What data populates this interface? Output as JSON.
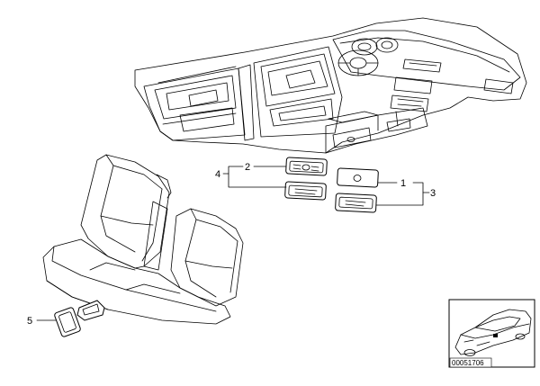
{
  "callouts": {
    "c1": "1",
    "c2": "2",
    "c3": "3",
    "c4": "4",
    "c5": "5"
  },
  "thumbnail": {
    "code": "00051706"
  }
}
